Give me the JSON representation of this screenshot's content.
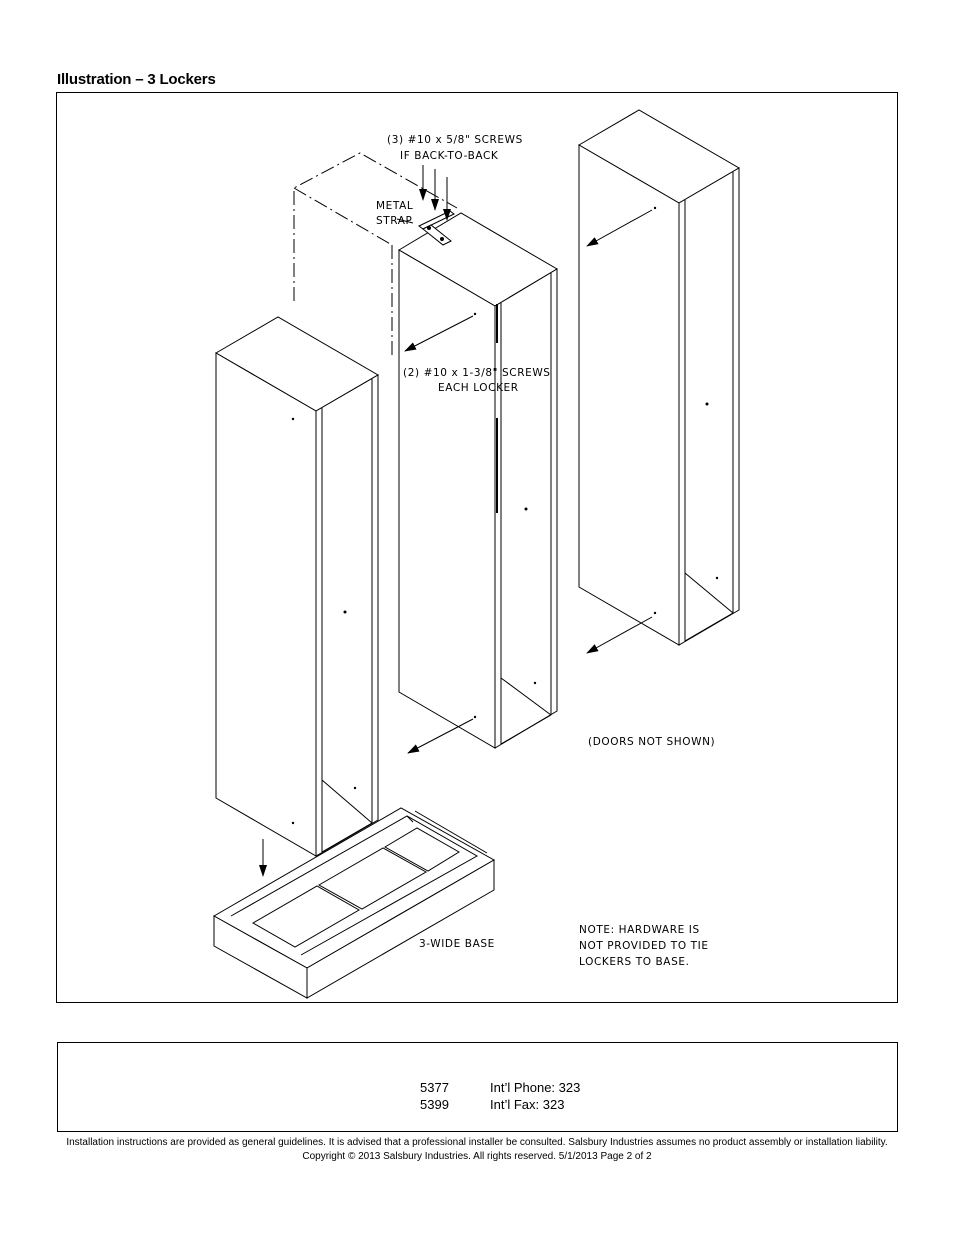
{
  "heading": "Illustration – 3 Lockers",
  "drawing": {
    "labels": {
      "screws_back_line1": "(3) #10 x 5/8\" SCREWS",
      "screws_back_line2": "IF BACK-TO-BACK",
      "strap_line1": "METAL",
      "strap_line2": "STRAP",
      "screws_each_line1": "(2) #10 x 1-3/8\" SCREWS",
      "screws_each_line2": "EACH LOCKER",
      "doors_note": "(DOORS NOT SHOWN)",
      "base_label": "3-WIDE BASE",
      "note_line1": "NOTE:  HARDWARE IS",
      "note_line2": "NOT PROVIDED TO TIE",
      "note_line3": "LOCKERS TO BASE."
    }
  },
  "contact": {
    "phone_code": "5377",
    "phone_label": "Int’l Phone: 323",
    "fax_code": "5399",
    "fax_label": "Int’l Fax:  323"
  },
  "footer": {
    "disclaimer": "Installation instructions are provided as general guidelines. It is advised that a professional installer be consulted. Salsbury Industries assumes no product assembly or installation liability.",
    "copyright": "Copyright © 2013 Salsbury Industries.  All rights reserved.  5/1/2013  Page 2 of 2"
  }
}
